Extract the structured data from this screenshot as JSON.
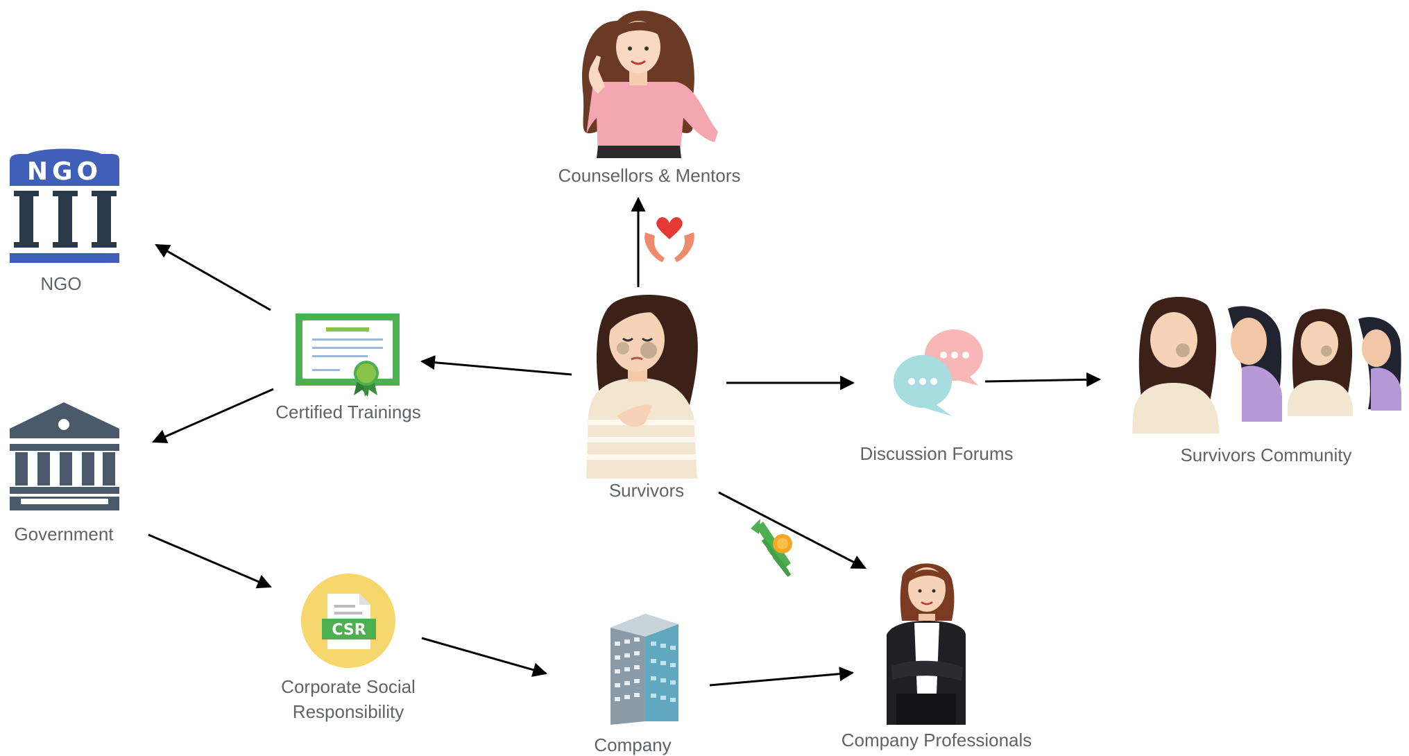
{
  "diagram": {
    "nodes": {
      "counsellors": {
        "label": "Counsellors & Mentors",
        "icon": "counsellor-woman-icon"
      },
      "ngo": {
        "label": "NGO",
        "icon": "ngo-building-icon",
        "logo_text": "NGO"
      },
      "government": {
        "label": "Government",
        "icon": "government-building-icon"
      },
      "certified_trainings": {
        "label": "Certified Trainings",
        "icon": "certificate-icon"
      },
      "survivors": {
        "label": "Survivors",
        "icon": "survivor-woman-icon"
      },
      "discussion_forums": {
        "label": "Discussion Forums",
        "icon": "chat-bubbles-icon"
      },
      "survivors_community": {
        "label": "Survivors Community",
        "icon": "survivors-group-icon"
      },
      "csr": {
        "label_line1": "Corporate Social",
        "label_line2": "Responsibility",
        "icon": "csr-document-icon",
        "badge": "CSR"
      },
      "company": {
        "label": "Company",
        "icon": "office-building-icon"
      },
      "company_professionals": {
        "label": "Company Professionals",
        "icon": "businesswoman-icon"
      }
    },
    "edge_icons": {
      "care": "caring-hands-heart-icon",
      "growth": "growth-coin-icon"
    },
    "colors": {
      "arrow": "#000000",
      "label": "#5f6368",
      "ngo_blue": "#3f5fb8",
      "government_slate": "#4a5a6a",
      "certificate_green": "#4caf50",
      "csr_yellow": "#f5d76e",
      "heart_red": "#e53935"
    }
  }
}
